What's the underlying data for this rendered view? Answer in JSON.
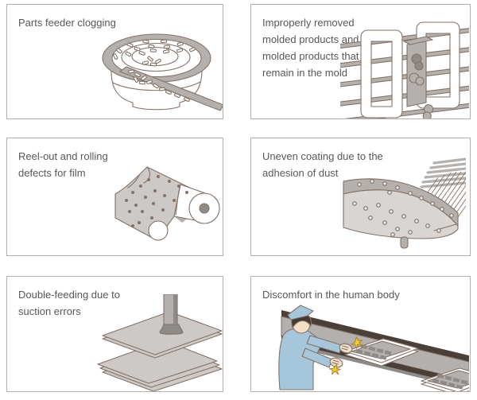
{
  "palette": {
    "line": "#837268",
    "panel-border": "#b2aeac",
    "text": "#595757",
    "gray-light": "#cdc9c6",
    "gray-mid": "#b4b0ad",
    "gray-dark": "#8e8a87",
    "gray-fill": "#d8d5d2",
    "conveyor-dark": "#4a4039",
    "blue": "#a6c7db",
    "skin": "#f3dec6",
    "hair": "#453931",
    "spark-yellow": "#f1c83b",
    "spark-outline": "#a5801e"
  },
  "panels": [
    {
      "caption": "Parts feeder clogging"
    },
    {
      "caption": "Improperly removed molded products and molded products that remain in the mold"
    },
    {
      "caption": "Reel-out and rolling defects for film"
    },
    {
      "caption": "Uneven coating due to the adhesion of dust"
    },
    {
      "caption": "Double-feeding due to suction errors"
    },
    {
      "caption": "Discomfort in the human body"
    }
  ]
}
